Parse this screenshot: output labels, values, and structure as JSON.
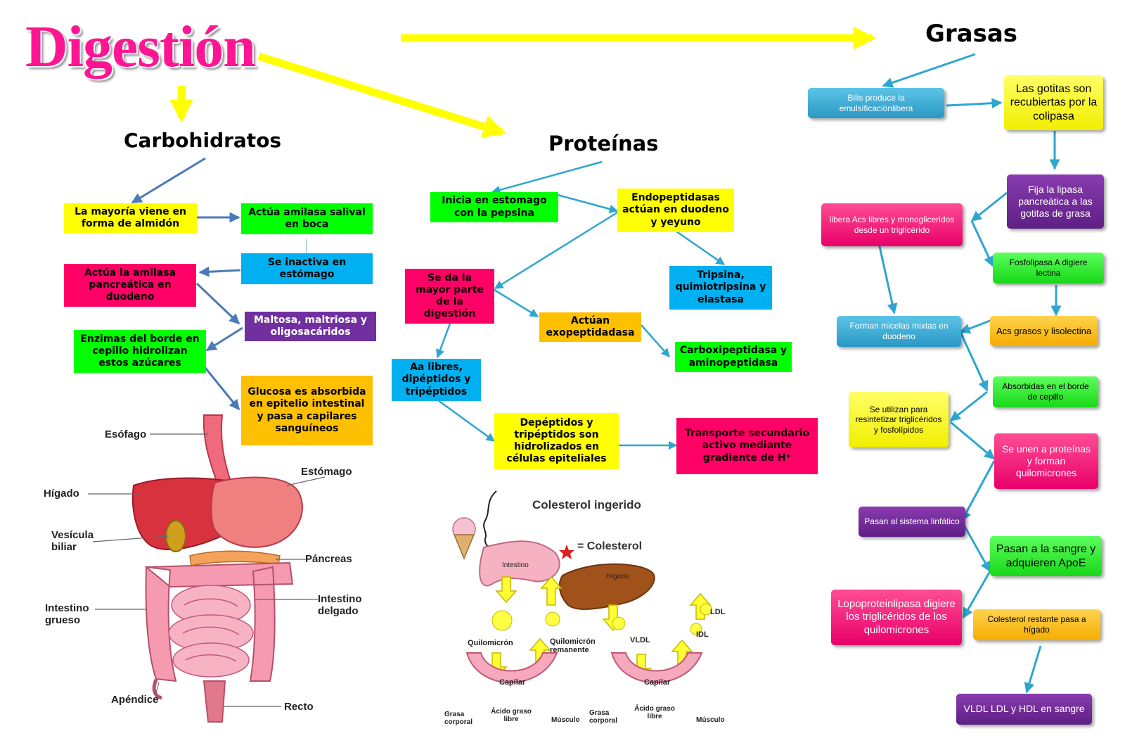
{
  "title": "Digestión",
  "headings": {
    "carbohidratos": "Carbohidratos",
    "proteinas": "Proteínas",
    "grasas": "Grasas"
  },
  "carbohidratos": {
    "almidon": "La mayoría viene en forma de almidón",
    "amilasa_salival": "Actúa amilasa salival en boca",
    "inactiva": "Se inactiva en estómago",
    "amilasa_pancreatica": "Actúa la amilasa pancreática en duodeno",
    "maltosa": "Maltosa, maltriosa y oligosacáridos",
    "enzimas": "Enzimas del borde en cepillo hidrolizan estos azúcares",
    "glucosa": "Glucosa es absorbida en epitelio intestinal y pasa a capilares sanguíneos"
  },
  "proteinas": {
    "inicia": "Inicia en estomago con la pepsina",
    "endopeptidasas": "Endopeptidasas actúan en duodeno y yeyuno",
    "mayor_parte": "Se da la mayor parte de la digestión",
    "tripsina": "Tripsina, quimiotripsina y elastasa",
    "exopeptidasas": "Actúan exopeptidadasa",
    "carboxipeptidasa": "Carboxipeptidasa y aminopeptidasa",
    "aa_libres": "Aa libres, dipéptidos y tripéptidos",
    "hidrolizados": "Depéptidos y tripéptidos son hidrolizados en células epiteliales",
    "transporte": "Transporte secundario activo mediante gradiente de H⁺"
  },
  "grasas": {
    "bilis": "Bilis produce la emulsificaciónlibera",
    "gotitas": "Las gotitas son recubiertas por la colipasa",
    "fija_lipasa": "Fija la lipasa pancreática a las gotitas de grasa",
    "libera_acs": "libera Acs libres y monogliceridos desde un triglicérido",
    "fosfolipasa": "Fosfolipasa A digiere lectina",
    "micelas": "Forman micelas mixtas en duodeno",
    "acs_grasos": "Acs grasos y lisolectina",
    "absorbidas": "Absorbidas en el borde de cepillo",
    "resintetizar": "Se utilizan para resintetizar triglicéridos y fosfolípidos",
    "quilomicrones": "Se unen a proteínas y forman quilomicrones",
    "linfatico": "Pasan al sistema linfático",
    "sangre_apoe": "Pasan a la sangre y adquieren ApoE",
    "lipoproteinlipasa": "Lopoproteinlipasa digiere los triglicéridos de los quilomicrones",
    "colesterol_higado": "Colesterol restante pasa a hígado",
    "vldl": "VLDL LDL y HDL en sangre"
  },
  "illustration_digestive": {
    "esofago": "Esófago",
    "higado": "Hígado",
    "estomago": "Estómago",
    "vesicula": "Vesícula biliar",
    "pancreas": "Páncreas",
    "intestino_grueso": "Intestino grueso",
    "intestino_delgado": "Intestino delgado",
    "apendice": "Apéndice",
    "recto": "Recto"
  },
  "illustration_cholesterol": {
    "ingerido": "Colesterol ingerido",
    "colesterol": "= Colesterol",
    "intestino": "Intestino",
    "higado": "Hígado",
    "quilomicron": "Quilomicrón",
    "quilomicron_remanente": "Quilomicrón remanente",
    "vldl": "VLDL",
    "ldl": "LDL",
    "idl": "IDL",
    "capilar": "Capilar",
    "grasa_corporal": "Grasa corporal",
    "acido_graso": "Ácido graso libre",
    "musculo": "Músculo"
  }
}
